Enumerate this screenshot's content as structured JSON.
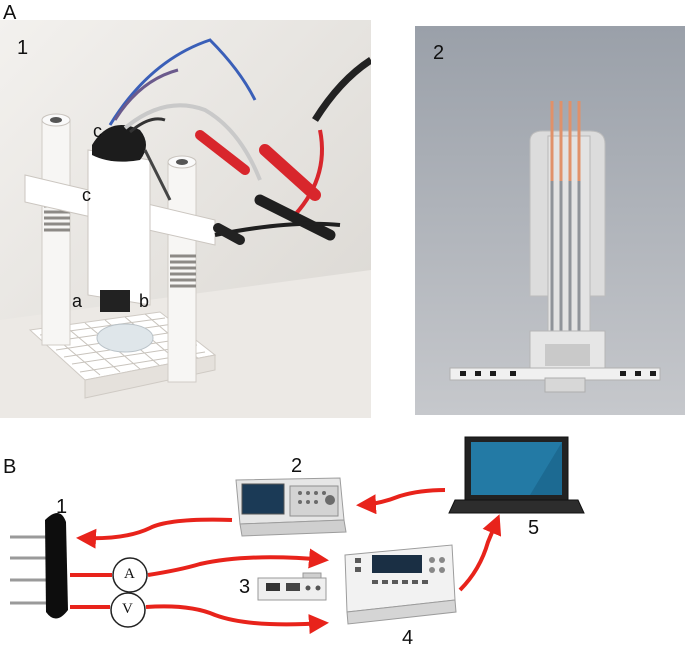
{
  "panel_a": {
    "label": "A",
    "photo": {
      "label": "1",
      "parts": {
        "a": "a",
        "b": "b",
        "c_top": "c",
        "c_body": "c"
      }
    },
    "render": {
      "label": "2"
    }
  },
  "panel_b": {
    "label": "B",
    "labels": {
      "electrode": "1",
      "function_generator": "2",
      "power_supply": "3",
      "multimeter": "4",
      "laptop": "5"
    },
    "meters": {
      "ammeter": "A",
      "voltmeter": "V"
    }
  },
  "colors": {
    "arrow": "#e8231b",
    "photo_bg": "#e9e6e2",
    "render_bg": "#b9bcc3"
  }
}
